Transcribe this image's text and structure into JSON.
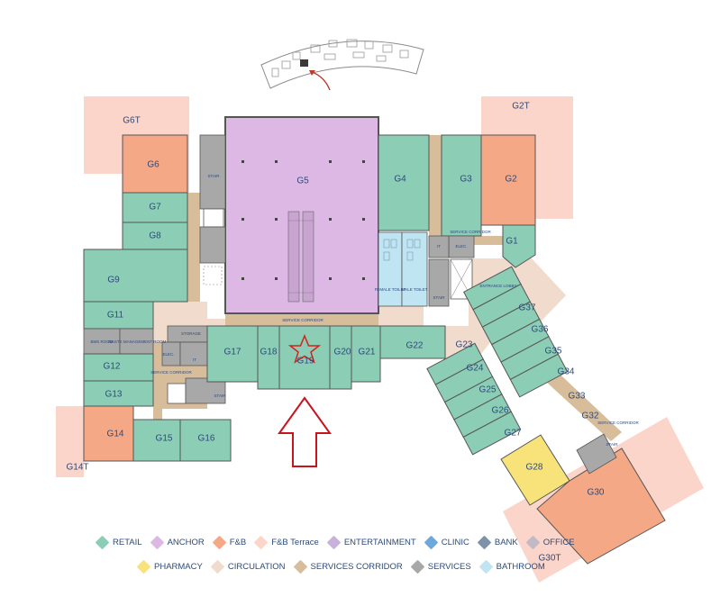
{
  "colors": {
    "retail": "#8ccdb6",
    "anchor": "#ddb8e4",
    "fnb": "#f4a886",
    "fnb_terrace": "#fbd5c9",
    "entertainment": "#c8b2dc",
    "clinic": "#6aa9dc",
    "bank": "#7f93a8",
    "office": "#c3b8c6",
    "pharmacy": "#f8e27a",
    "circulation": "#f1dbcc",
    "services_corridor": "#d8bd9b",
    "services": "#a8a8a8",
    "bathroom": "#bfe4f2"
  },
  "units": {
    "G1": "G1",
    "G2": "G2",
    "G2T": "G2T",
    "G3": "G3",
    "G4": "G4",
    "G5": "G5",
    "G6": "G6",
    "G6T": "G6T",
    "G7": "G7",
    "G8": "G8",
    "G9": "G9",
    "G11": "G11",
    "G12": "G12",
    "G13": "G13",
    "G14": "G14",
    "G14T": "G14T",
    "G15": "G15",
    "G16": "G16",
    "G17": "G17",
    "G18": "G18",
    "G19": "G19",
    "G20": "G20",
    "G21": "G21",
    "G22": "G22",
    "G23": "G23",
    "G24": "G24",
    "G25": "G25",
    "G26": "G26",
    "G27": "G27",
    "G28": "G28",
    "G30": "G30",
    "G30T": "G30T",
    "G32": "G32",
    "G33": "G33",
    "G34": "G34",
    "G35": "G35",
    "G36": "G36",
    "G37": "G37"
  },
  "rooms": {
    "service_corridor_main": "SERVICE CORRIDOR",
    "service_corridor_right": "SERVICE CORRIDOR",
    "service_corridor_left": "SERVICE CORRIDOR",
    "service_corridor_wing": "SERVICE CORRIDOR",
    "entrance_lobby": "ENTRANCE LOBBY",
    "stair_1": "STAIR",
    "stair_2": "STAIR",
    "stair_3": "STAIR",
    "stair_4": "STAIR",
    "elec_1": "ELEC.",
    "elec_2": "ELEC.",
    "it_1": "IT",
    "it_2": "IT",
    "storage": "STORAGE",
    "bms_room": "BMS ROOM",
    "waste_room": "WASTE MANAGEMENT ROOM",
    "female_toilet": "FEMALE TOILET",
    "male_toilet": "MALE TOILET"
  },
  "legend": {
    "row1": [
      {
        "label": "RETAIL",
        "key": "retail"
      },
      {
        "label": "ANCHOR",
        "key": "anchor"
      },
      {
        "label": "F&B",
        "key": "fnb"
      },
      {
        "label": "F&B Terrace",
        "key": "fnb_terrace"
      },
      {
        "label": "ENTERTAINMENT",
        "key": "entertainment"
      },
      {
        "label": "CLINIC",
        "key": "clinic"
      },
      {
        "label": "BANK",
        "key": "bank"
      },
      {
        "label": "OFFICE",
        "key": "office"
      }
    ],
    "row2": [
      {
        "label": "PHARMACY",
        "key": "pharmacy"
      },
      {
        "label": "CIRCULATION",
        "key": "circulation"
      },
      {
        "label": "SERVICES CORRIDOR",
        "key": "services_corridor"
      },
      {
        "label": "SERVICES",
        "key": "services"
      },
      {
        "label": "BATHROOM",
        "key": "bathroom"
      }
    ]
  },
  "icons": {
    "location_marker": "star-icon",
    "entrance_indicator": "up-arrow-icon",
    "key_plan_pointer": "curved-arrow-icon"
  }
}
